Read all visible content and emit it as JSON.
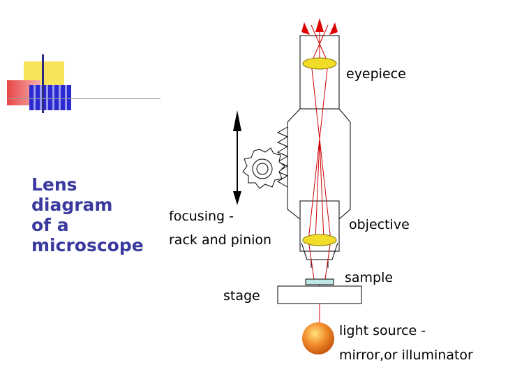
{
  "title_lines": [
    "Lens",
    "diagram",
    "of a",
    "microscope"
  ],
  "labels": {
    "eyepiece": "eyepiece",
    "objective": "objective",
    "sample": "sample",
    "stage": "stage",
    "focusing_line1": "focusing -",
    "focusing_line2": "rack and pinion",
    "light_line1": "light source -",
    "light_line2": "mirror,or illuminator"
  },
  "colors": {
    "title": "#3a3a9e",
    "ray": "#cc0000",
    "lens": "#f2dc2a",
    "deco_yellow": "#f9e35a",
    "deco_red": "#e85a5a",
    "deco_blue": "#2a2ad0"
  }
}
